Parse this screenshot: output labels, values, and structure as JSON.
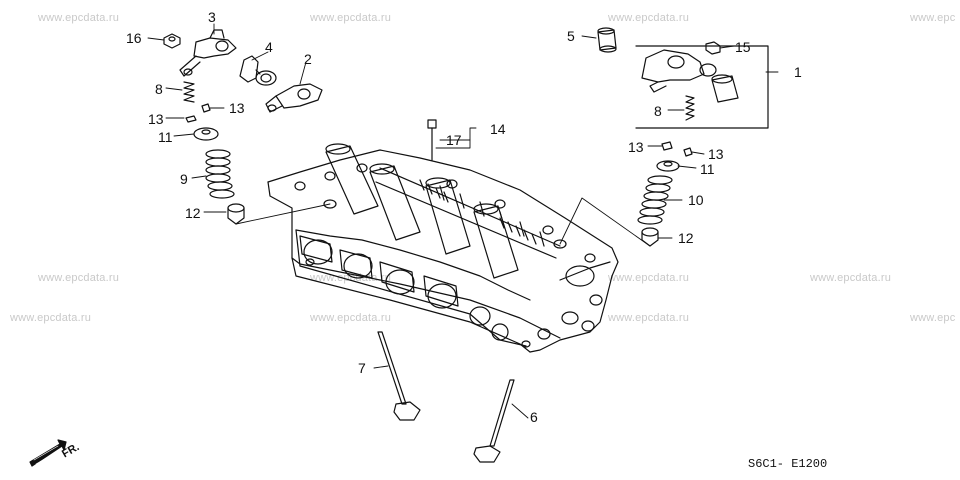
{
  "watermark": "www.epcdata.ru",
  "watermark_cut": "www.epc",
  "diagram_code": "S6C1- E1200",
  "front_label": "FR.",
  "callouts": {
    "c1": "1",
    "c2": "2",
    "c3": "3",
    "c4": "4",
    "c5": "5",
    "c6": "6",
    "c7": "7",
    "c8a": "8",
    "c8b": "8",
    "c9": "9",
    "c10": "10",
    "c11a": "11",
    "c11b": "11",
    "c12a": "12",
    "c12b": "12",
    "c13a": "13",
    "c13b": "13",
    "c13c": "13",
    "c13d": "13",
    "c14": "14",
    "c15": "15",
    "c16": "16",
    "c17": "17"
  }
}
